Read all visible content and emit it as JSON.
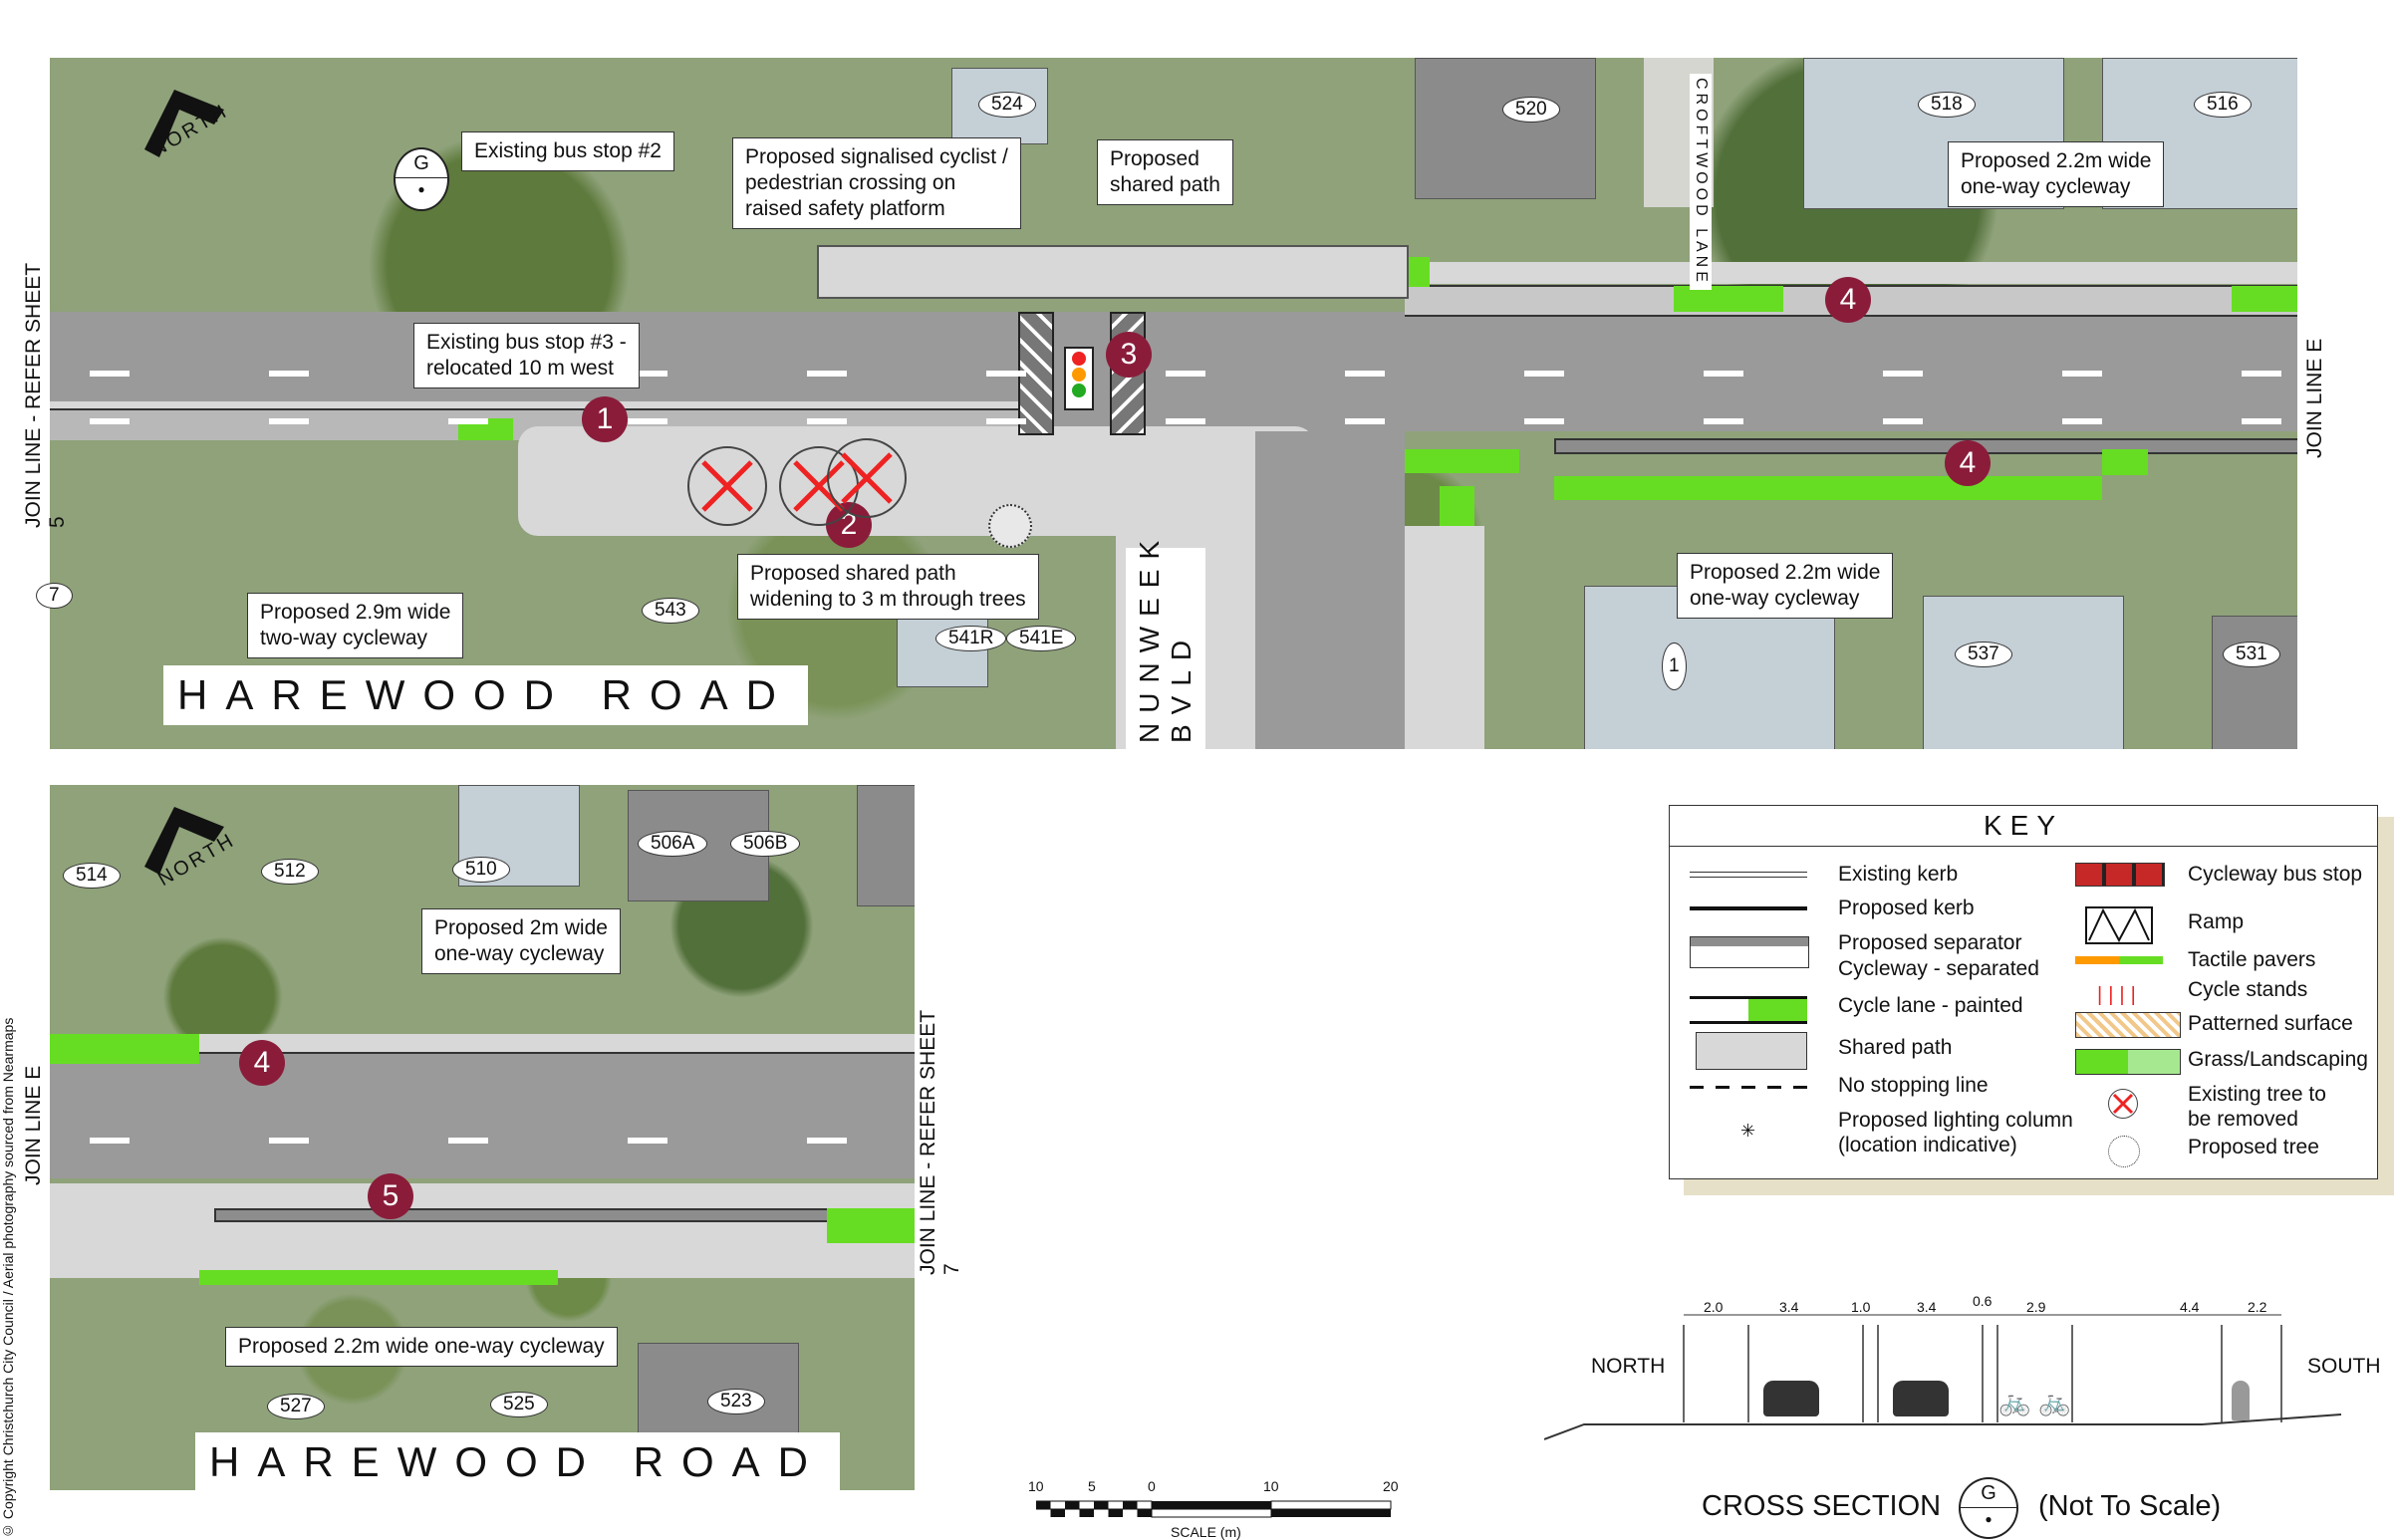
{
  "copyright": "© Copyright Christchurch City Council  /  Aerial photography sourced from Nearmaps",
  "north_label": "NORTH",
  "top_map": {
    "road_name": "HAREWOOD ROAD",
    "join_left": "JOIN LINE - REFER SHEET 5",
    "join_right": "JOIN LINE E",
    "side_street": "NUNWEEK BVLD",
    "lane": "CROFTWOOD LANE",
    "section_marker": "G",
    "callouts": {
      "bus_stop_2": "Existing bus stop #2",
      "signalised": "Proposed signalised cyclist /\npedestrian crossing on\nraised safety platform",
      "shared_path": "Proposed\nshared path",
      "cycleway_22_top": "Proposed 2.2m wide\none-way cycleway",
      "bus_stop_3": "Existing bus stop #3 -\nrelocated 10 m west",
      "widening": "Proposed shared path\nwidening to 3 m through trees",
      "twoway": "Proposed 2.9m wide\ntwo-way cycleway",
      "cycleway_22_bottom": "Proposed 2.2m wide\none-way cycleway"
    },
    "markers": [
      "1",
      "2",
      "3",
      "4",
      "4"
    ],
    "house_numbers": [
      "524",
      "520",
      "518",
      "516",
      "543",
      "541R",
      "541E",
      "537",
      "531",
      "1",
      "7"
    ]
  },
  "bottom_map": {
    "road_name": "HAREWOOD ROAD",
    "join_left": "JOIN LINE E",
    "join_right": "JOIN LINE - REFER SHEET 7",
    "callouts": {
      "cycleway_2m": "Proposed 2m wide\none-way cycleway",
      "cycleway_22": "Proposed 2.2m wide one-way cycleway"
    },
    "markers": [
      "4",
      "5"
    ],
    "house_numbers": [
      "514",
      "512",
      "510",
      "506A",
      "506B",
      "527",
      "525",
      "523"
    ]
  },
  "key": {
    "title": "KEY",
    "left": [
      "Existing kerb",
      "Proposed kerb",
      "Proposed separator\nCycleway - separated",
      "Cycle lane - painted",
      "Shared path",
      "No stopping line",
      "Proposed lighting column\n(location indicative)"
    ],
    "right": [
      "Cycleway bus stop",
      "Ramp",
      "Tactile pavers",
      "Cycle stands",
      "Patterned surface",
      "Grass/Landscaping",
      "Existing tree to\nbe removed",
      "Proposed tree"
    ]
  },
  "cross_section": {
    "title": "CROSS SECTION",
    "marker": "G",
    "note": "(Not To Scale)",
    "north": "NORTH",
    "south": "SOUTH",
    "dims": [
      "2.0",
      "3.4",
      "1.0",
      "3.4",
      "0.6",
      "2.9",
      "4.4",
      "2.2"
    ]
  },
  "scale_bar": {
    "label": "SCALE (m)",
    "ticks": [
      "10",
      "5",
      "0",
      "10",
      "20"
    ]
  },
  "colors": {
    "marker": "#8a1c3a",
    "grass": "#66dd22",
    "road": "#9a9a9a",
    "tactile": "#ff9900"
  }
}
